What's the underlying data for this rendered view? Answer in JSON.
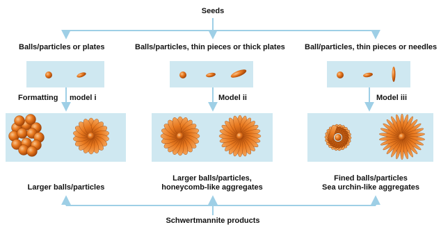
{
  "title": "Seeds",
  "bottom_label": "Schwertmannite products",
  "columns": [
    {
      "seed_label": "Balls/particles or plates",
      "model_label_left": "Formatting",
      "model_label": "model i",
      "result_lines": [
        "Larger balls/particles"
      ]
    },
    {
      "seed_label": "Balls/particles, thin pieces or thick plates",
      "model_label": "Model ii",
      "result_lines": [
        "Larger balls/particles,",
        "honeycomb-like aggregates"
      ]
    },
    {
      "seed_label": "Ball/particles, thin pieces or needles",
      "model_label": "Model iii",
      "result_lines": [
        "Fined balls/particles",
        "Sea urchin-like aggregates"
      ]
    }
  ],
  "colors": {
    "panel": "#cfe8f1",
    "arrow": "#9ecfe6",
    "particle": "#e8791f",
    "particle_dark": "#a84608",
    "particle_light": "#f6b071"
  }
}
